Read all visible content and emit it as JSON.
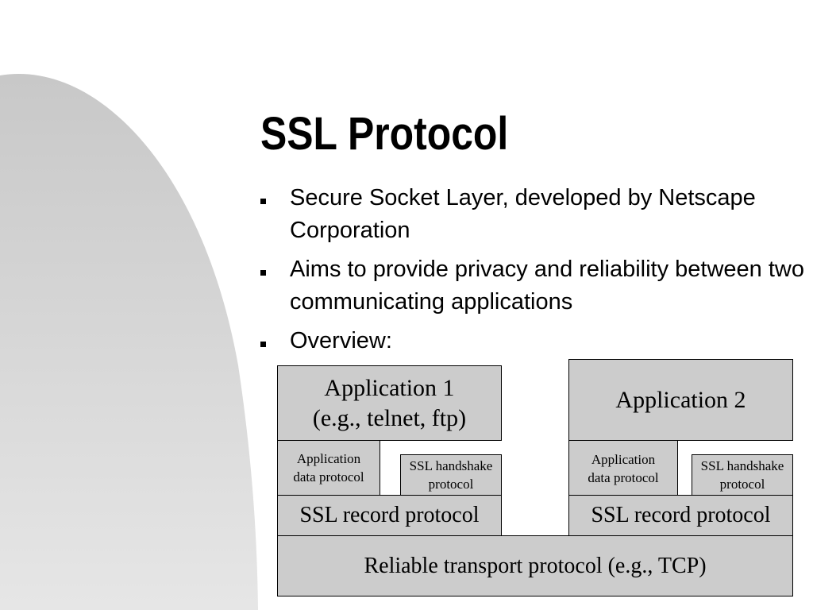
{
  "slide": {
    "title": "SSL Protocol",
    "bullets": [
      "Secure Socket Layer, developed by Netscape Corporation",
      "Aims to provide privacy and reliability between two communicating applications",
      "Overview:"
    ]
  },
  "diagram": {
    "app1": "Application 1\n(e.g., telnet, ftp)",
    "app2": "Application 2",
    "app_data_protocol": "Application\ndata protocol",
    "ssl_handshake": "SSL handshake\nprotocol",
    "ssl_record": "SSL record protocol",
    "transport": "Reliable transport protocol (e.g., TCP)"
  },
  "colors": {
    "box_fill": "#cccccc",
    "background_shape": "#d9d9d9",
    "text": "#000000"
  }
}
